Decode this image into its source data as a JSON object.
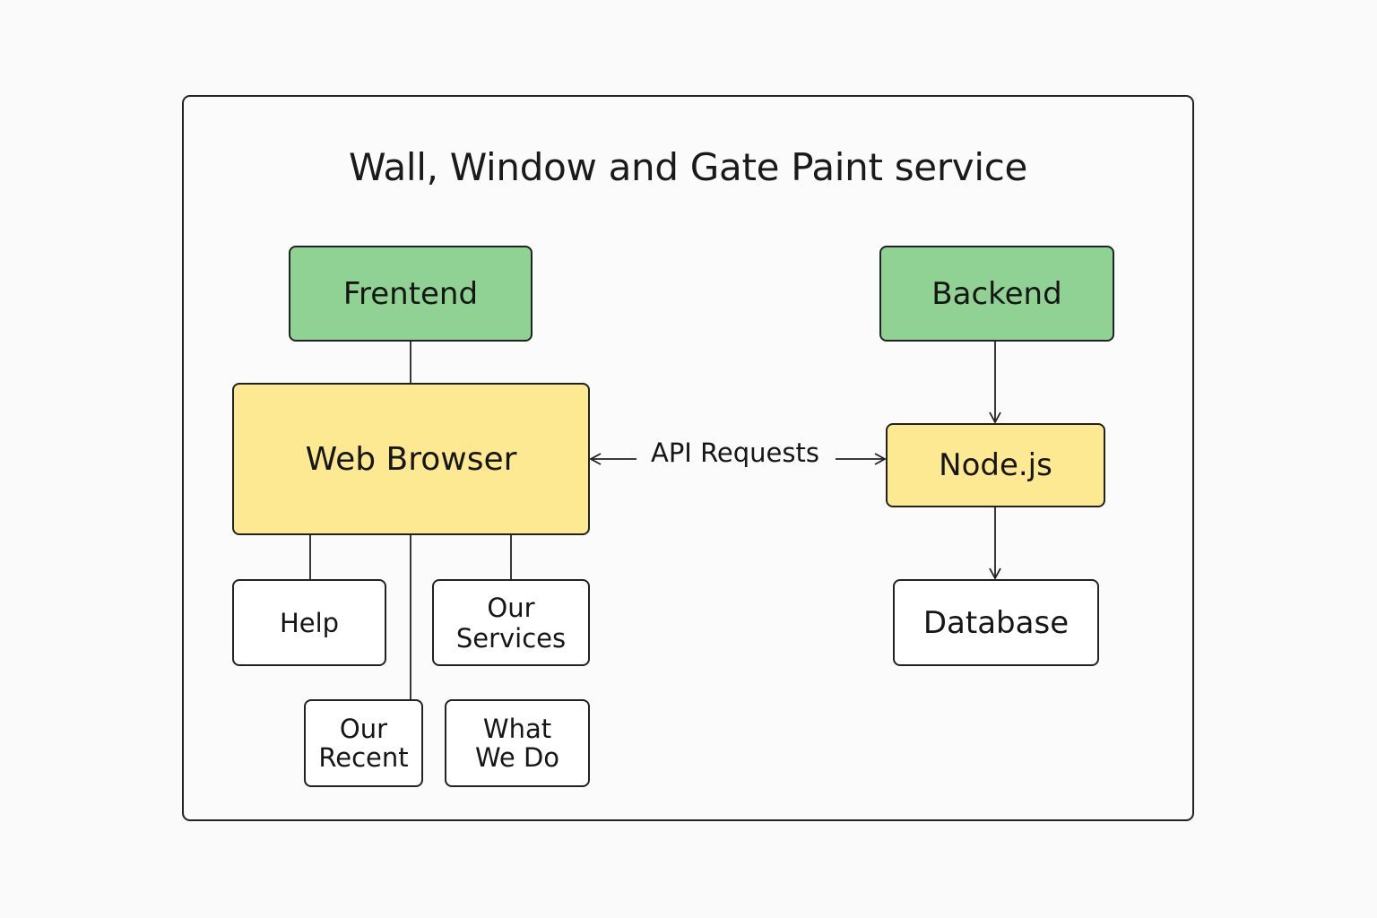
{
  "diagram": {
    "title": "Wall, Window and Gate Paint service",
    "nodes": {
      "frontend": "Frentend",
      "backend": "Backend",
      "web_browser": "Web Browser",
      "nodejs": "Node.js",
      "database": "Database",
      "help": "Help",
      "our_services": "Our\nServices",
      "our_recent": "Our\nRecent",
      "what_we_do": "What\nWe Do"
    },
    "edge_labels": {
      "api_requests": "API Requests"
    },
    "colors": {
      "green_node": "#90d293",
      "yellow_node": "#fde991",
      "white_node": "#ffffff",
      "stroke": "#222222"
    }
  }
}
